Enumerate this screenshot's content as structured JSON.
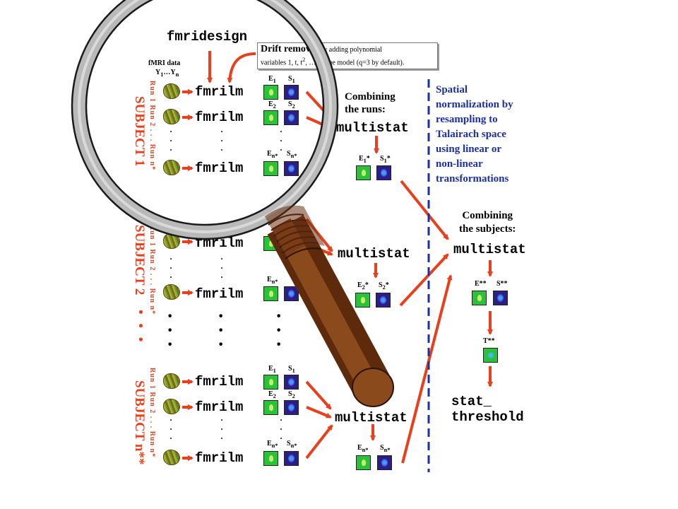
{
  "title_label": "fmridesign",
  "fmri_data": {
    "line1": "fMRI data",
    "line2": "Y",
    "sub1": "1",
    "dots": "…Y",
    "subn": "n"
  },
  "drift": {
    "bold": "Drift removal",
    "rest1": " by adding polynomial",
    "rest2": "variables 1, t, t",
    "sup": "2",
    "rest3": ", …, to the model (q=3 by default)."
  },
  "fmrilm_label": "fmrilm",
  "multistat_label": "multistat",
  "dots_label": "·",
  "combining_runs": {
    "line1": "Combining",
    "line2": "the runs:"
  },
  "combining_subjects": {
    "line1": "Combining",
    "line2": "the subjects:"
  },
  "spatial_note": [
    "Spatial",
    "normalization by",
    "resampling to",
    "Talairach space",
    "using linear or",
    "non-linear",
    "transformations"
  ],
  "labels": {
    "E": "E",
    "S": "S",
    "one": "1",
    "two": "2",
    "n": "n",
    "star": "*",
    "n_star": "n*",
    "E_star_star": "E**",
    "S_star_star": "S**",
    "T_star_star": "T**"
  },
  "subjects": [
    {
      "label": "SUBJECT 1",
      "runs": "Run 1   Run 2  .  .  .   Run n*"
    },
    {
      "label": "SUBJECT 2",
      "runs": "Run 1   Run 2  .  .  .   Run n*"
    },
    {
      "label": "SUBJECT n**",
      "runs": "Run 1   Run 2  .  .  .   Run n*"
    }
  ],
  "vertical_dots": "• • •",
  "stat_threshold": {
    "line1": "stat_",
    "line2": "threshold"
  },
  "colors": {
    "arrow": "#e8401c",
    "note_text": "#1a2fa8",
    "dashed_line": "#1a2fa8",
    "magnifier_handle": "#7a3a14"
  },
  "icons": [
    "brain-volume-icon",
    "effect-map-icon",
    "sd-map-icon",
    "t-map-icon",
    "magnifying-glass-icon"
  ]
}
